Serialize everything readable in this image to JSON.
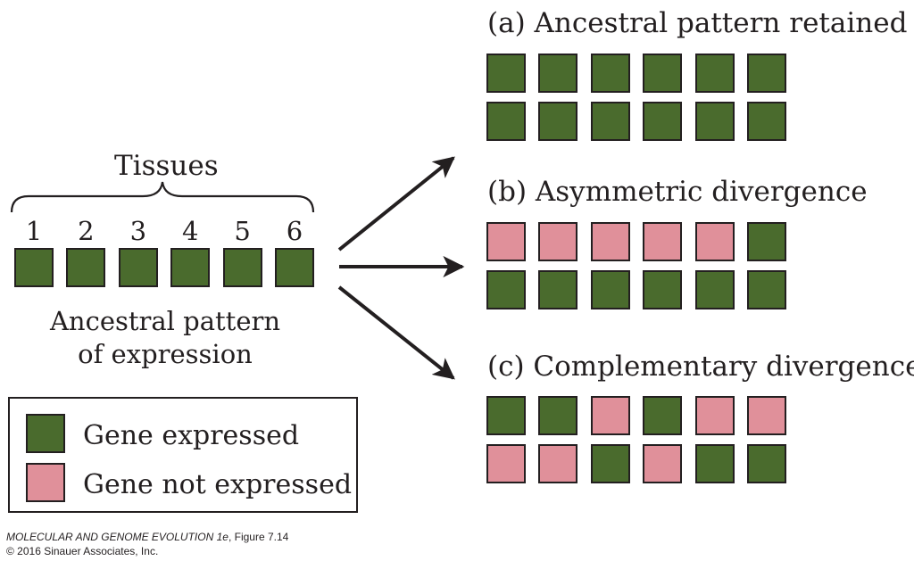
{
  "colors": {
    "expressed": "#4a6b2d",
    "not_expressed": "#e0909a",
    "outline": "#231f20",
    "arrow": "#231f20"
  },
  "ancestral": {
    "tissues_label": "Tissues",
    "tissue_numbers": [
      "1",
      "2",
      "3",
      "4",
      "5",
      "6"
    ],
    "pattern": [
      "expressed",
      "expressed",
      "expressed",
      "expressed",
      "expressed",
      "expressed"
    ],
    "caption_line1": "Ancestral pattern",
    "caption_line2": "of expression"
  },
  "panels": [
    {
      "title": "(a)  Ancestral pattern retained",
      "rows": [
        [
          "expressed",
          "expressed",
          "expressed",
          "expressed",
          "expressed",
          "expressed"
        ],
        [
          "expressed",
          "expressed",
          "expressed",
          "expressed",
          "expressed",
          "expressed"
        ]
      ]
    },
    {
      "title": "(b)  Asymmetric divergence",
      "rows": [
        [
          "not_expressed",
          "not_expressed",
          "not_expressed",
          "not_expressed",
          "not_expressed",
          "expressed"
        ],
        [
          "expressed",
          "expressed",
          "expressed",
          "expressed",
          "expressed",
          "expressed"
        ]
      ]
    },
    {
      "title": "(c)  Complementary divergence",
      "rows": [
        [
          "expressed",
          "expressed",
          "not_expressed",
          "expressed",
          "not_expressed",
          "not_expressed"
        ],
        [
          "not_expressed",
          "not_expressed",
          "expressed",
          "not_expressed",
          "expressed",
          "expressed"
        ]
      ]
    }
  ],
  "legend": {
    "expressed_label": "Gene expressed",
    "not_expressed_label": "Gene not expressed"
  },
  "credit": {
    "book": "MOLECULAR AND GENOME EVOLUTION 1e",
    "figure": ",  Figure 7.14",
    "copyright": "© 2016 Sinauer Associates, Inc."
  }
}
